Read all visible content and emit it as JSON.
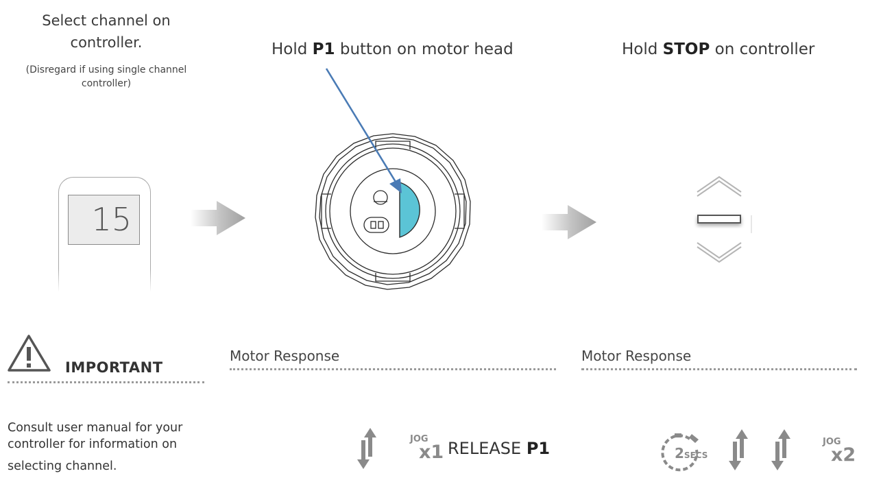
{
  "step1": {
    "title_line1": "Select channel on",
    "title_line2": "controller.",
    "note_line1": "(Disregard if using single channel",
    "note_line2": "controller)",
    "channel_display": "15"
  },
  "step2": {
    "title_pre": "Hold ",
    "title_bold": "P1",
    "title_post": " button on motor head"
  },
  "step3": {
    "title_pre": "Hold ",
    "title_bold": "STOP",
    "title_post": " on controller"
  },
  "important": {
    "label": "IMPORTANT",
    "text_line1": "Consult user manual for your",
    "text_line2": "controller for information on",
    "text_line3": "selecting channel."
  },
  "motor_response_1": {
    "label": "Motor Response",
    "jog_label": "JOG",
    "jog_count": "x1",
    "release_pre": "RELEASE ",
    "release_bold": "P1"
  },
  "motor_response_2": {
    "label": "Motor Response",
    "timer_value": "2",
    "timer_unit": "SECS",
    "jog_label": "JOG",
    "jog_count": "x2"
  },
  "colors": {
    "p1_button_highlight": "#5bc4d6",
    "pointer_arrow": "#4a7bb5",
    "icon_gray": "#8a8a8a"
  }
}
